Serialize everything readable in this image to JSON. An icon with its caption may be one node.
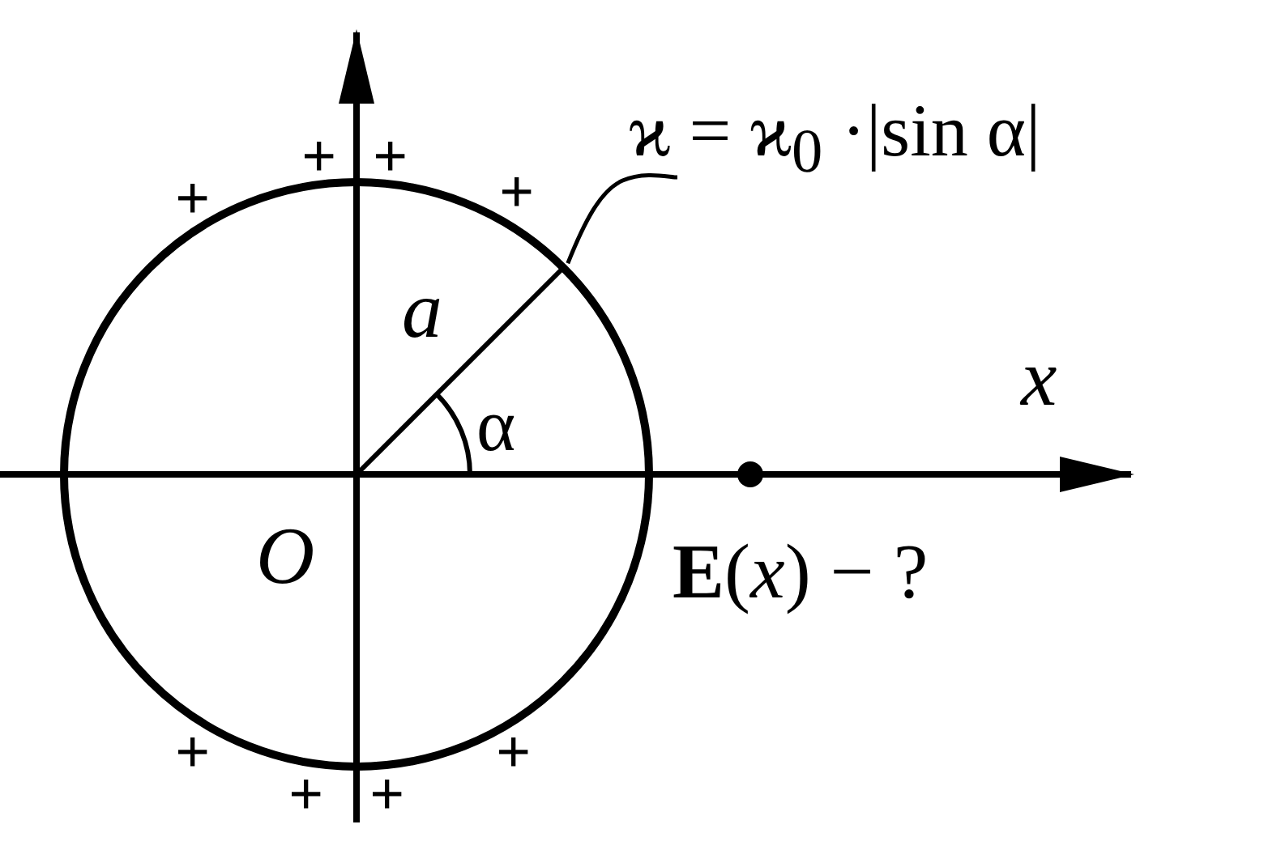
{
  "diagram": {
    "nodes": [
      {
        "text": [
          "ϰ = ϰ$_{0}$ ·|sin α|"
        ]
      },
      {
        "text": [],
        "shape": "circle"
      }
    ],
    "edges": [
      {
        "from": 0,
        "to": 1,
        "arrow": "none"
      }
    ],
    "labels": [
      "+",
      "+",
      "+",
      "+",
      "a",
      "x",
      "α",
      "O",
      "**E**(*x*) − ?",
      "+",
      "+",
      "+",
      "+"
    ]
  }
}
